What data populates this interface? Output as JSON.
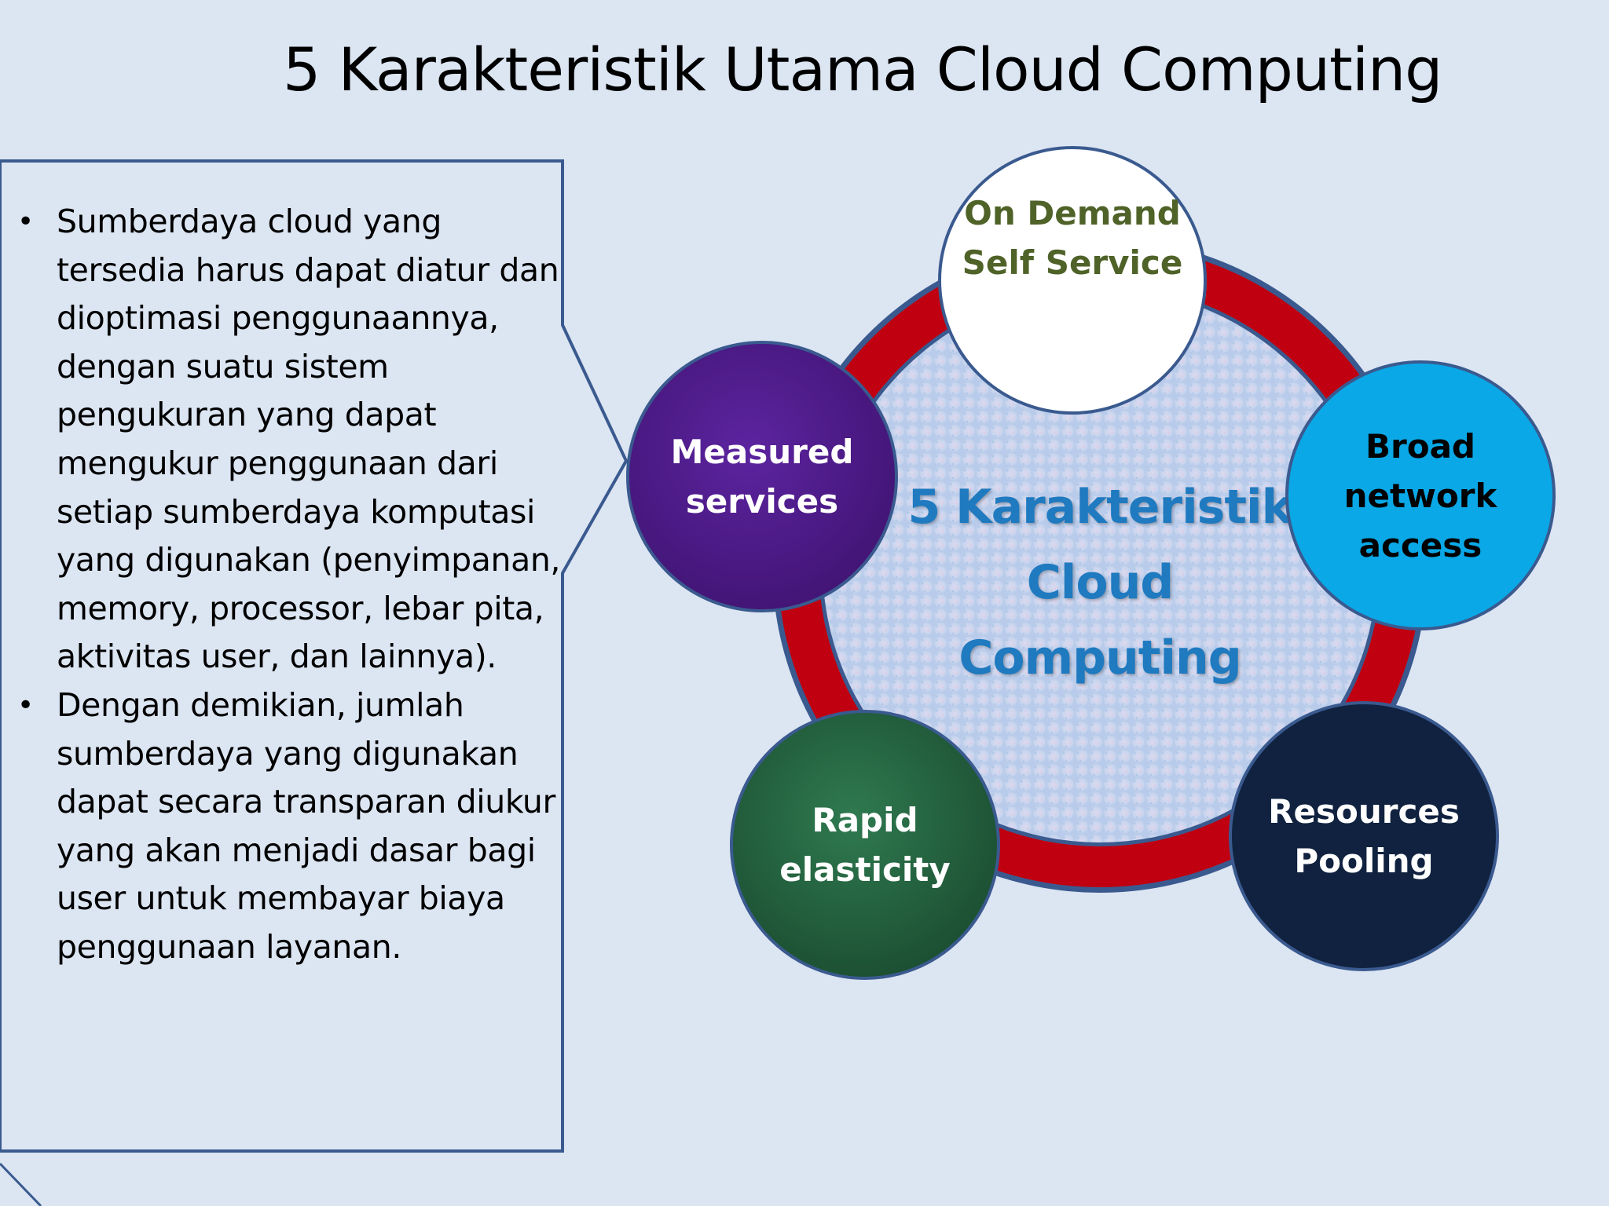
{
  "title": "5 Karakteristik Utama Cloud Computing",
  "bullets": [
    "Sumberdaya cloud yang tersedia harus dapat diatur dan dioptimasi penggunaannya, dengan suatu sistem pengukuran yang dapat mengukur penggunaan dari setiap sumberdaya komputasi yang digunakan (penyimpanan, memory, processor, lebar pita, aktivitas user, dan lainnya).",
    "Dengan demikian, jumlah sumberdaya yang digunakan dapat secara transparan diukur yang akan menjadi dasar bagi user untuk membayar biaya penggunaan layanan."
  ],
  "bullet_symbol": "•",
  "center": "5 Karakteristik\nCloud\nComputing",
  "nodes": {
    "on_demand": "On Demand\nSelf  Service",
    "broad_network": "Broad\nnetwork\naccess",
    "resources_pooling": "Resources\nPooling",
    "rapid_elasticity": "Rapid\nelasticity",
    "measured_services": "Measured\nservices"
  },
  "colors": {
    "background": "#dce5f2",
    "ring": "#c00010",
    "ring_border": "#3a5a8f",
    "center_text": "#1f7ac0",
    "on_demand_fill": "#ffffff",
    "on_demand_text": "#4f6228",
    "broad_network_fill": "#0aa8e6",
    "resources_pooling_fill": "#10223f",
    "rapid_elasticity_fill": "#1f5c3a",
    "measured_services_fill": "#4a1880"
  }
}
